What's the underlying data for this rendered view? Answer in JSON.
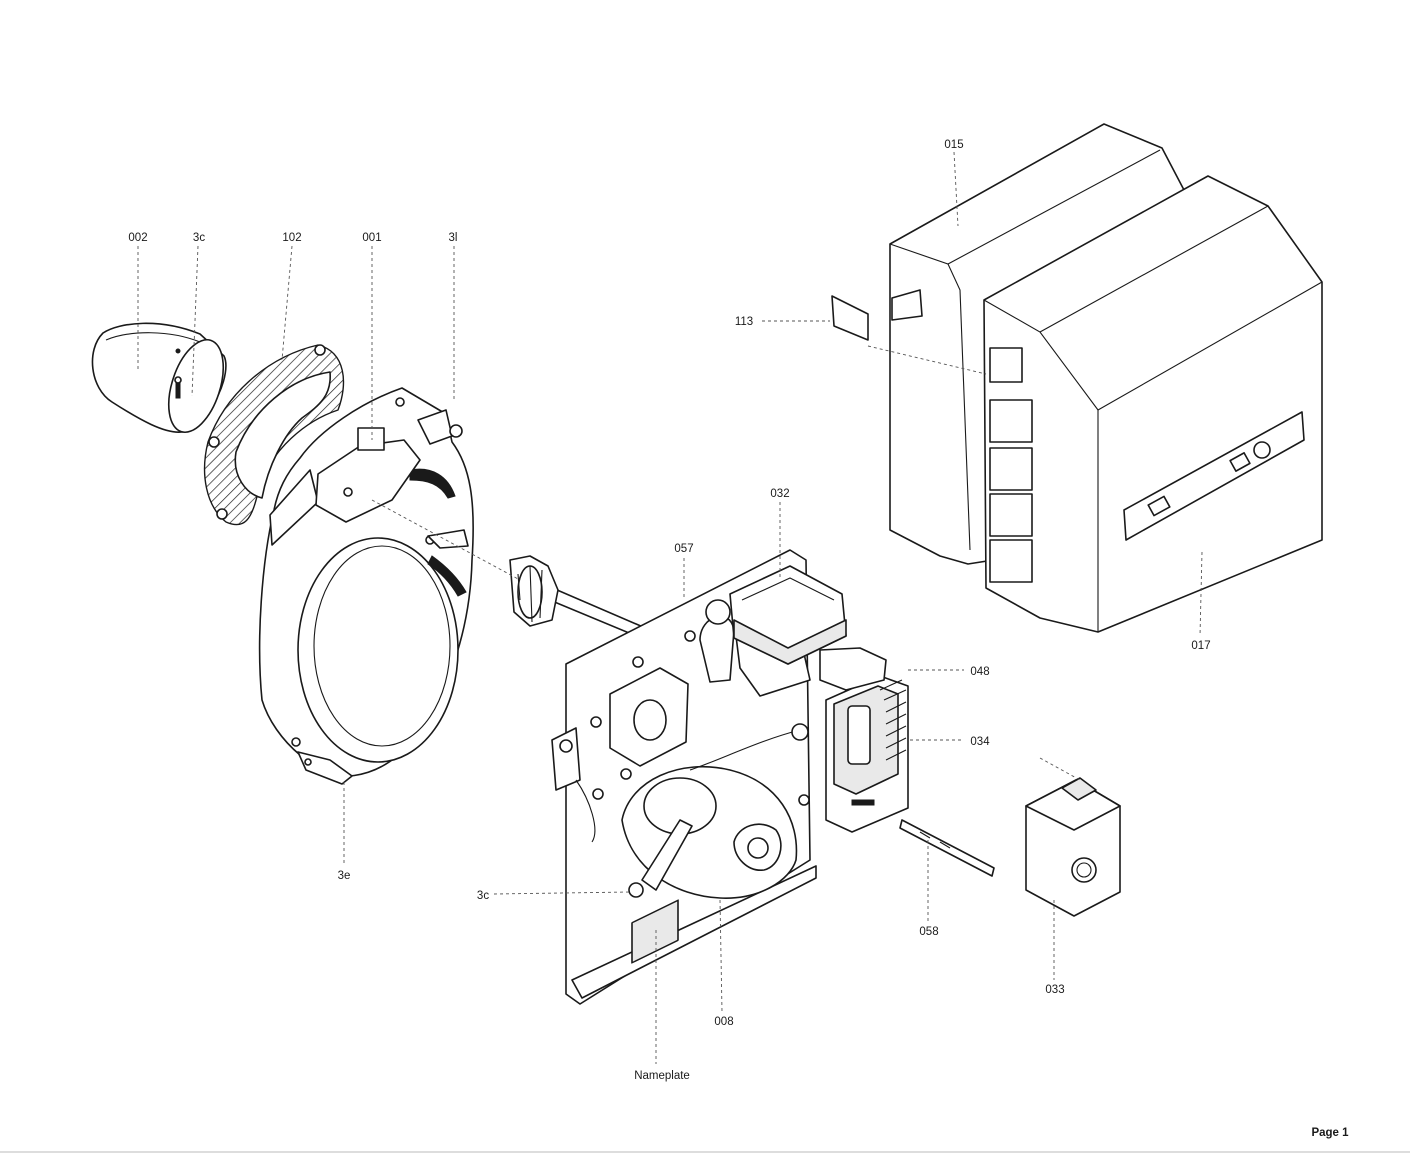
{
  "callouts": {
    "c002": "002",
    "c3c_top": "3c",
    "c102": "102",
    "c001": "001",
    "c3l": "3l",
    "c015": "015",
    "c113": "113",
    "c032": "032",
    "c057": "057",
    "c017": "017",
    "c048": "048",
    "c034": "034",
    "c3e": "3e",
    "c3c_mid": "3c",
    "c058": "058",
    "c033": "033",
    "c008": "008",
    "nameplate": "Nameplate"
  },
  "footer": {
    "page": "Page 1"
  }
}
